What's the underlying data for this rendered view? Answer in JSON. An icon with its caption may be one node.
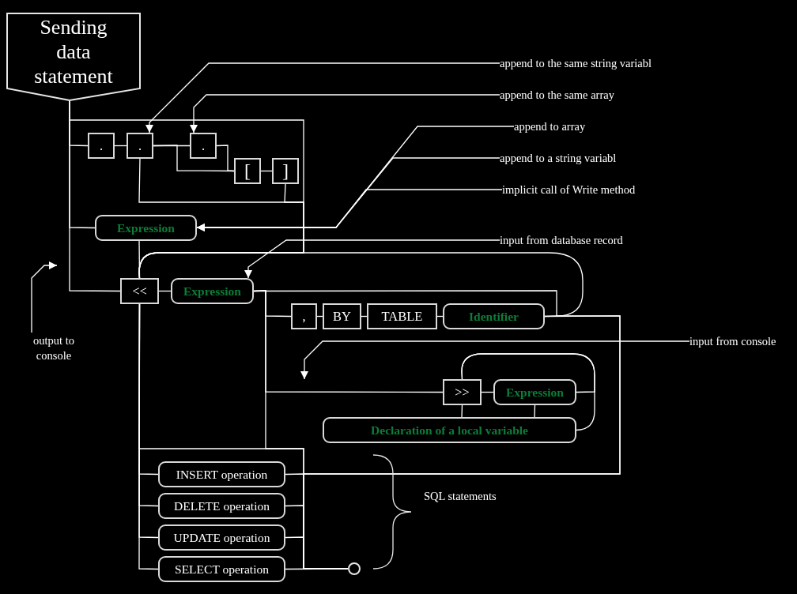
{
  "diagram": {
    "nodes": [
      {
        "text": [
          "Sending data statement"
        ]
      },
      {
        "text": [
          "."
        ]
      },
      {
        "text": [
          "."
        ]
      },
      {
        "text": [
          "."
        ]
      },
      {
        "text": [
          "["
        ]
      },
      {
        "text": [
          "]"
        ]
      },
      {
        "text": [
          "Expression"
        ]
      },
      {
        "text": [
          "<<"
        ]
      },
      {
        "text": [
          "Expression"
        ]
      },
      {
        "text": [
          ","
        ]
      },
      {
        "text": [
          "BY"
        ]
      },
      {
        "text": [
          "TABLE"
        ]
      },
      {
        "text": [
          "Identifier"
        ]
      },
      {
        "text": [
          ">>"
        ]
      },
      {
        "text": [
          "Expression"
        ]
      },
      {
        "text": [
          "Declaration of a local variable"
        ]
      },
      {
        "text": [
          "INSERT operation"
        ]
      },
      {
        "text": [
          "DELETE operation"
        ]
      },
      {
        "text": [
          "UPDATE operation"
        ]
      },
      {
        "text": [
          "SELECT operation"
        ]
      },
      {
        "text": [],
        "shape": "circle"
      },
      {
        "text": [
          "append to the same string variabl"
        ]
      },
      {
        "text": [
          "append to the same array"
        ]
      },
      {
        "text": [
          "append to array"
        ]
      },
      {
        "text": [
          "append to a string variabl"
        ]
      },
      {
        "text": [
          "implicit call of Write method"
        ]
      },
      {
        "text": [
          "input from database record"
        ]
      },
      {
        "text": [
          "input from console"
        ]
      },
      {
        "text": [
          "output to console"
        ]
      }
    ],
    "edges": [
      {
        "from": 0,
        "to": 1,
        "arrow": "none"
      },
      {
        "from": 0,
        "to": 6,
        "arrow": "none"
      },
      {
        "from": 0,
        "to": 7,
        "arrow": "none"
      },
      {
        "from": 1,
        "to": 2,
        "arrow": "none"
      },
      {
        "from": 2,
        "to": 3,
        "arrow": "none"
      },
      {
        "from": 2,
        "to": 4,
        "arrow": "none"
      },
      {
        "from": 3,
        "to": 4,
        "arrow": "none"
      },
      {
        "from": 4,
        "to": 5,
        "arrow": "none"
      },
      {
        "from": 2,
        "to": 7,
        "arrow": "none"
      },
      {
        "from": 5,
        "to": 7,
        "arrow": "none"
      },
      {
        "from": 6,
        "to": 7,
        "arrow": "none"
      },
      {
        "from": 7,
        "to": 8,
        "arrow": "none"
      },
      {
        "from": 7,
        "to": 16,
        "arrow": "none"
      },
      {
        "from": 7,
        "to": 17,
        "arrow": "none"
      },
      {
        "from": 7,
        "to": 18,
        "arrow": "none"
      },
      {
        "from": 7,
        "to": 19,
        "arrow": "none"
      },
      {
        "from": 7,
        "to": 20,
        "arrow": "none"
      },
      {
        "from": 8,
        "to": 9,
        "arrow": "none"
      },
      {
        "from": 8,
        "to": 13,
        "arrow": "none"
      },
      {
        "from": 8,
        "to": 20,
        "arrow": "none"
      },
      {
        "from": 9,
        "to": 10,
        "arrow": "none"
      },
      {
        "from": 10,
        "to": 11,
        "arrow": "none"
      },
      {
        "from": 11,
        "to": 12,
        "arrow": "none"
      },
      {
        "from": 12,
        "to": 7,
        "arrow": "none"
      },
      {
        "from": 12,
        "to": 20,
        "arrow": "none"
      },
      {
        "from": 13,
        "to": 14,
        "arrow": "none"
      },
      {
        "from": 13,
        "to": 15,
        "arrow": "none"
      },
      {
        "from": 14,
        "to": 15,
        "arrow": "none"
      },
      {
        "from": 14,
        "to": 13,
        "arrow": "none"
      },
      {
        "from": 15,
        "to": 13,
        "arrow": "none"
      },
      {
        "from": 16,
        "to": 20,
        "arrow": "none"
      },
      {
        "from": 17,
        "to": 20,
        "arrow": "none"
      },
      {
        "from": 18,
        "to": 20,
        "arrow": "none"
      },
      {
        "from": 19,
        "to": 20,
        "arrow": "none"
      },
      {
        "from": 21,
        "to": 2,
        "arrow": "to"
      },
      {
        "from": 22,
        "to": 3,
        "arrow": "to"
      },
      {
        "from": 23,
        "to": 6,
        "arrow": "to"
      },
      {
        "from": 24,
        "to": 6,
        "arrow": "to"
      },
      {
        "from": 25,
        "to": 6,
        "arrow": "to"
      },
      {
        "from": 26,
        "to": 8,
        "arrow": "to"
      },
      {
        "from": 27,
        "to": null,
        "arrow": "to"
      },
      {
        "from": 28,
        "to": null,
        "arrow": "to"
      }
    ],
    "labels": [
      "SQL statements"
    ]
  }
}
